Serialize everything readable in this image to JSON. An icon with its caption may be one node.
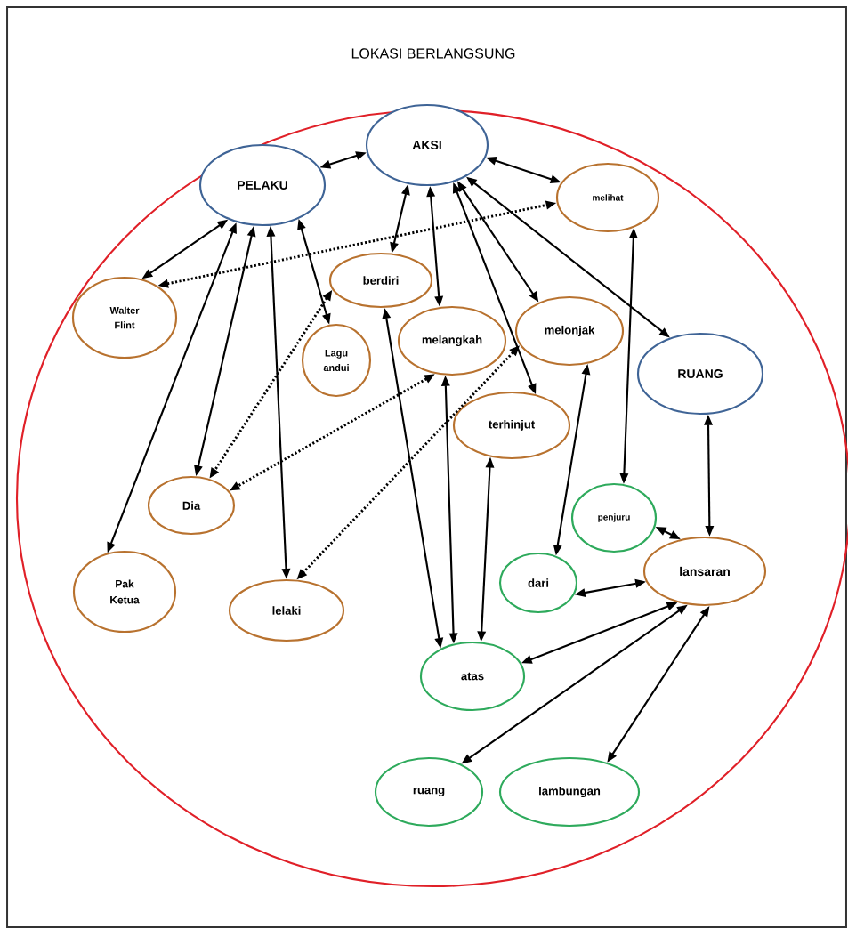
{
  "diagram": {
    "nodes": [
      {
        "text": [
          "LOKASI BERLANGSUNG"
        ]
      },
      {
        "text": [],
        "shape": "circle",
        "in": 0
      },
      {
        "text": [
          "AKSI"
        ],
        "in": 1
      },
      {
        "text": [
          "PELAKU"
        ],
        "in": 1
      },
      {
        "text": [
          "melihat"
        ],
        "in": 1
      },
      {
        "text": [
          "Walter Flint"
        ],
        "in": 1
      },
      {
        "text": [
          "berdiri"
        ],
        "in": 1
      },
      {
        "text": [
          "Lagu andui"
        ],
        "in": 1
      },
      {
        "text": [
          "melangkah"
        ],
        "in": 1
      },
      {
        "text": [
          "melonjak"
        ],
        "in": 1
      },
      {
        "text": [
          "RUANG"
        ],
        "in": 1
      },
      {
        "text": [
          "terhinjut"
        ],
        "in": 1
      },
      {
        "text": [
          "Dia"
        ],
        "in": 1
      },
      {
        "text": [
          "penjuru"
        ],
        "in": 1
      },
      {
        "text": [
          "lansaran"
        ],
        "in": 1
      },
      {
        "text": [
          "dari"
        ],
        "in": 1
      },
      {
        "text": [
          "Pak Ketua"
        ],
        "in": 1
      },
      {
        "text": [
          "lelaki"
        ],
        "in": 1
      },
      {
        "text": [
          "atas"
        ],
        "in": 1
      },
      {
        "text": [
          "ruang"
        ],
        "in": 1
      },
      {
        "text": [
          "lambungan"
        ],
        "in": 1
      }
    ],
    "edges": [
      {
        "from": 3,
        "to": 2,
        "arrow": "both"
      },
      {
        "from": 2,
        "to": 4,
        "arrow": "both"
      },
      {
        "from": 3,
        "to": 5,
        "arrow": "both"
      },
      {
        "from": 3,
        "to": 7,
        "arrow": "both"
      },
      {
        "from": 3,
        "to": 16,
        "arrow": "both"
      },
      {
        "from": 3,
        "to": 12,
        "arrow": "both"
      },
      {
        "from": 3,
        "to": 17,
        "arrow": "both"
      },
      {
        "from": 2,
        "to": 6,
        "arrow": "both"
      },
      {
        "from": 2,
        "to": 8,
        "arrow": "both"
      },
      {
        "from": 2,
        "to": 11,
        "arrow": "both"
      },
      {
        "from": 2,
        "to": 9,
        "arrow": "both"
      },
      {
        "from": 2,
        "to": 10,
        "arrow": "both"
      },
      {
        "from": 4,
        "to": 13,
        "arrow": "both"
      },
      {
        "from": 6,
        "to": 18,
        "arrow": "both"
      },
      {
        "from": 8,
        "to": 18,
        "arrow": "both"
      },
      {
        "from": 11,
        "to": 18,
        "arrow": "both"
      },
      {
        "from": 9,
        "to": 15,
        "arrow": "both"
      },
      {
        "from": 10,
        "to": 14,
        "arrow": "both"
      },
      {
        "from": 13,
        "to": 14,
        "arrow": "both"
      },
      {
        "from": 15,
        "to": 14,
        "arrow": "both"
      },
      {
        "from": 18,
        "to": 14,
        "arrow": "both"
      },
      {
        "from": 19,
        "to": 14,
        "arrow": "both"
      },
      {
        "from": 20,
        "to": 14,
        "arrow": "both"
      },
      {
        "from": 5,
        "to": 4,
        "arrow": "both",
        "style": "dashed"
      },
      {
        "from": 6,
        "to": 12,
        "arrow": "both",
        "style": "dashed"
      },
      {
        "from": 8,
        "to": 12,
        "arrow": "both",
        "style": "dashed"
      },
      {
        "from": 9,
        "to": 17,
        "arrow": "both",
        "style": "dashed"
      }
    ]
  }
}
